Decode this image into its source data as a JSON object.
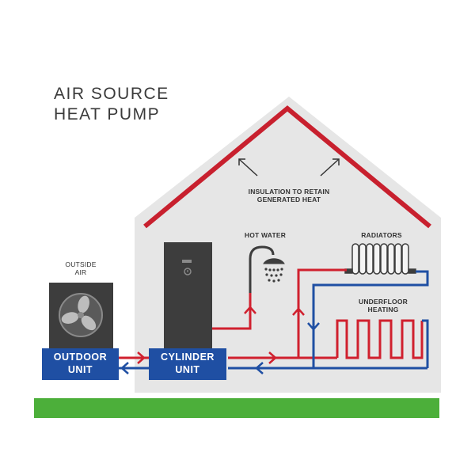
{
  "title": {
    "line1": "AIR SOURCE",
    "line2": "HEAT PUMP"
  },
  "labels": {
    "insulation_line1": "INSULATION TO RETAIN",
    "insulation_line2": "GENERATED HEAT",
    "hot_water": "HOT WATER",
    "radiators": "RADIATORS",
    "underfloor_line1": "UNDERFLOOR",
    "underfloor_line2": "HEATING",
    "outside_air_line1": "OUTSIDE",
    "outside_air_line2": "AIR"
  },
  "units": {
    "outdoor_line1": "OUTDOOR",
    "outdoor_line2": "UNIT",
    "cylinder_line1": "CYLINDER",
    "cylinder_line2": "UNIT"
  },
  "colors": {
    "hot_pipe": "#d0202e",
    "cold_pipe": "#1f4fa3",
    "unit_box": "#1f4fa3",
    "house_fill": "#e6e6e6",
    "roof": "#c8202e",
    "ground": "#4caf3a",
    "appliance": "#3d3d3d"
  }
}
